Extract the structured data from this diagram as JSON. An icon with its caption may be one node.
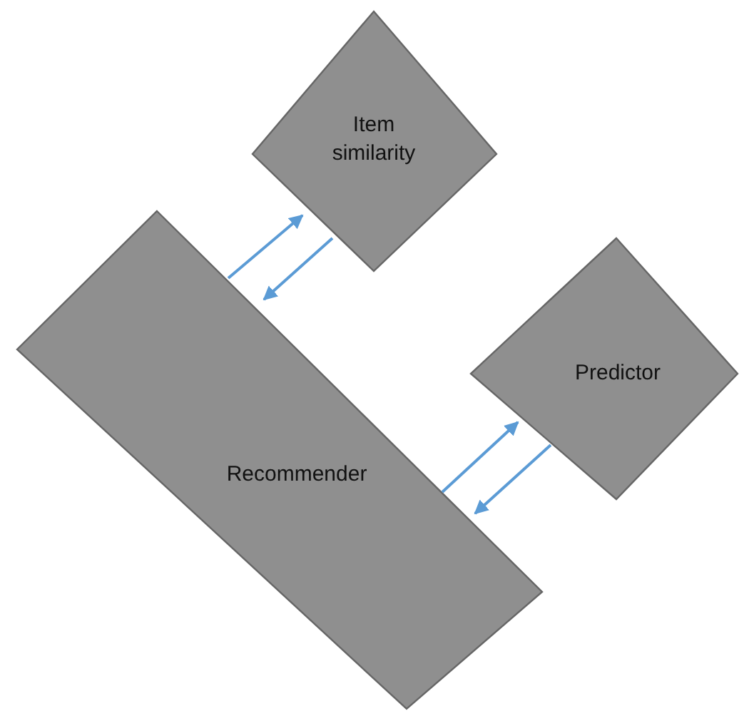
{
  "diagram": {
    "nodes": [
      {
        "text": [
          "Item similarity"
        ]
      },
      {
        "text": [
          "Recommender"
        ]
      },
      {
        "text": [
          "Predictor"
        ]
      }
    ],
    "edges": [
      {
        "from": 1,
        "to": 0,
        "arrow": "to"
      },
      {
        "from": 0,
        "to": 1,
        "arrow": "to"
      },
      {
        "from": 1,
        "to": 2,
        "arrow": "to"
      },
      {
        "from": 2,
        "to": 1,
        "arrow": "to"
      }
    ]
  }
}
